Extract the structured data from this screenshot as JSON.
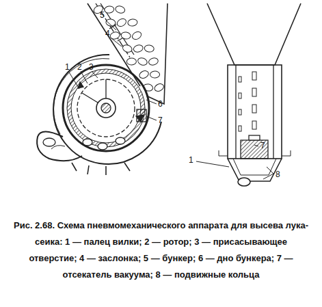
{
  "diagram": {
    "caption": "Рис. 2.68. Схема пневмомеханического аппарата для высева лука-сеика: 1 — палец вилки; 2 — ротор; 3 — присасывающее отверстие; 4 — заслонка; 5 — бункер; 6 — дно бункера; 7 — отсекатель вакуума; 8 — подвижные кольца",
    "labels": [
      "1",
      "2",
      "3",
      "5",
      "4",
      "6",
      "7",
      "7",
      "1",
      "8"
    ]
  }
}
